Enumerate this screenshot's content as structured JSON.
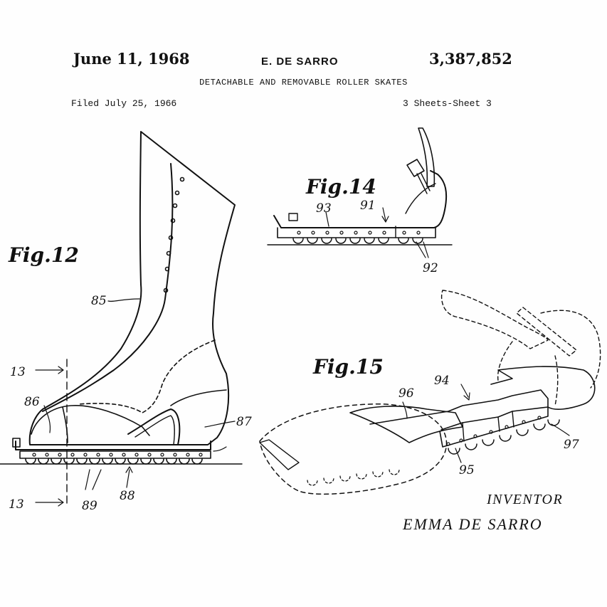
{
  "header": {
    "date": "June 11, 1968",
    "inventor_name": "E. DE SARRO",
    "patent_number": "3,387,852",
    "title": "DETACHABLE AND REMOVABLE ROLLER SKATES",
    "filed": "Filed July 25, 1966",
    "sheets": "3 Sheets-Sheet 3"
  },
  "figures": {
    "fig12": "Fig.12",
    "fig14": "Fig.14",
    "fig15": "Fig.15"
  },
  "references": {
    "r85": "85",
    "r13a": "13",
    "r13b": "13",
    "r86": "86",
    "r87": "87",
    "r89": "89",
    "r88": "88",
    "r93": "93",
    "r91": "91",
    "r92": "92",
    "r94": "94",
    "r96": "96",
    "r95": "95",
    "r97": "97"
  },
  "signature": {
    "label": "INVENTOR",
    "name": "EMMA DE SARRO"
  }
}
